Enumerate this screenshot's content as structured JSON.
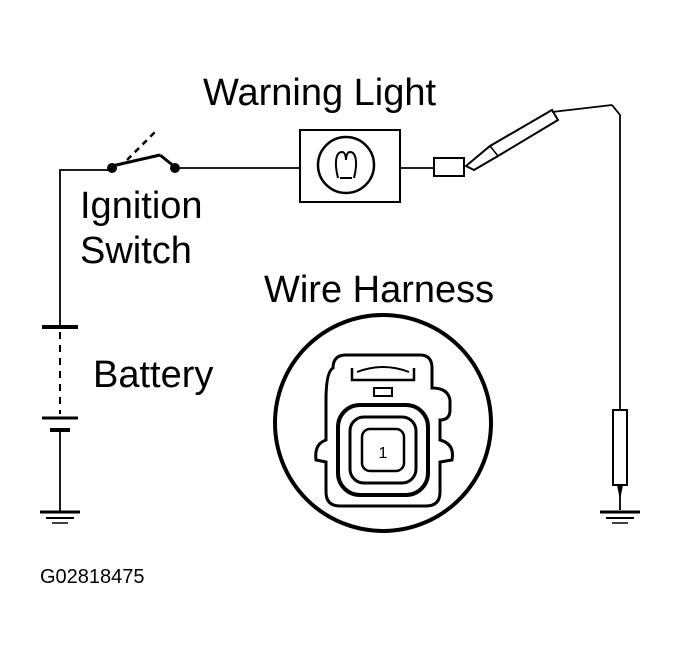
{
  "labels": {
    "warning_light": "Warning Light",
    "ignition_line1": "Ignition",
    "ignition_line2": "Switch",
    "wire_harness": "Wire Harness",
    "battery": "Battery",
    "figure_code": "G02818475"
  },
  "connector_terminal": "1",
  "colors": {
    "ink": "#000000",
    "background": "#ffffff"
  }
}
